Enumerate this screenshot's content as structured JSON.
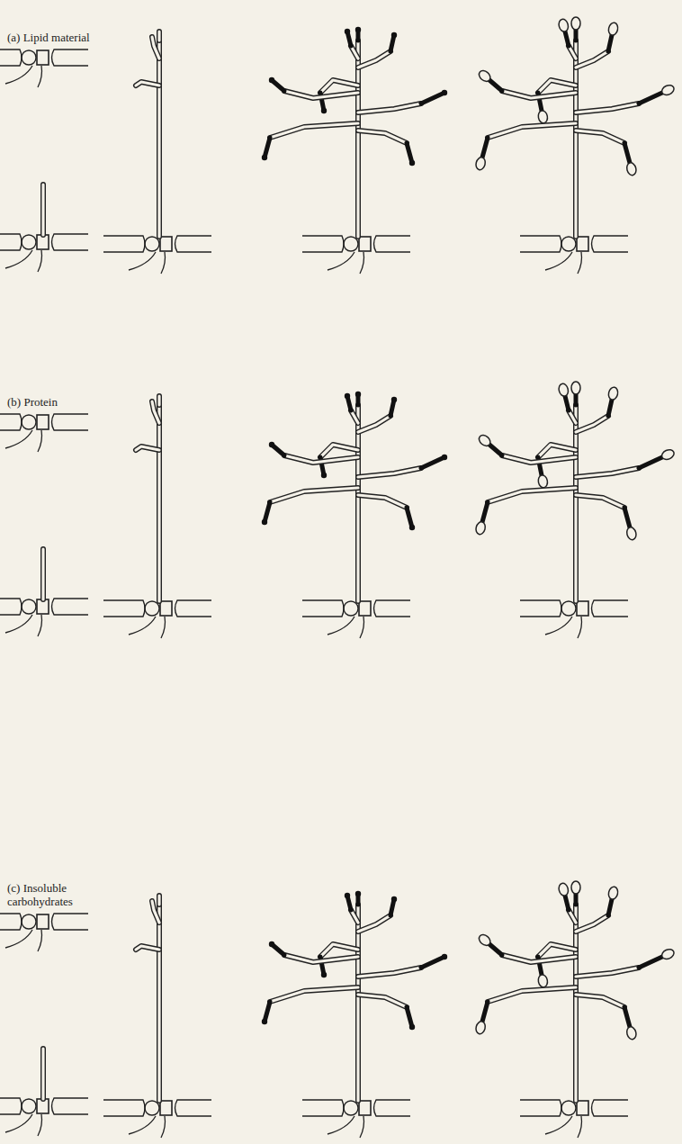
{
  "diagram": {
    "labels": [
      "(a) Lipid material",
      "(b) Protein",
      "(c) Insoluble carbohydrates"
    ]
  }
}
